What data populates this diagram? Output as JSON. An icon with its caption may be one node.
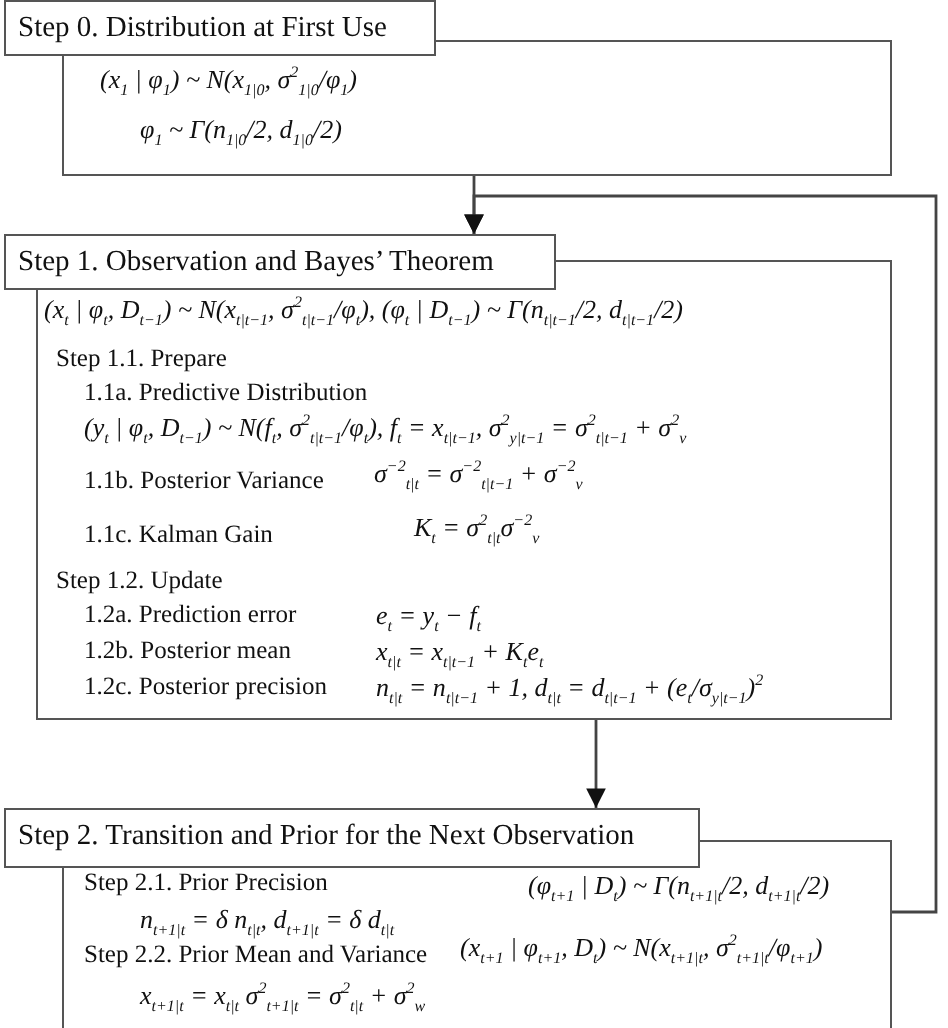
{
  "diagram": {
    "nodes": [
      {
        "text": [
          "Step 0. Distribution at First Use",
          "(x$_{1}$ | φ$_{1}$) ~ N(x$_{1|0}$, σ$^{2}$$_{1|0}$/φ$_{1}$)",
          "φ$_{1}$   ~ Γ(n$_{1|0}$/2, d$_{1|0}$/2)"
        ]
      },
      {
        "text": [
          "Step 1. Observation and Bayes’ Theorem",
          "(x$_{t}$ | φ$_{t}$, D$_{t−1}$) ~ N(x$_{t|t−1}$, σ$^{2}$$_{t|t−1}$/φ$_{t}$), (φ$_{t}$ | D$_{t−1}$) ~ Γ(n$_{t|t−1}$/2, d$_{t|t−1}$/2)",
          "Step 1.1. Prepare",
          "1.1a. Predictive Distribution",
          "(y$_{t}$ | φ$_{t}$, D$_{t−1}$) ~ N(f$_{t}$, σ$^{2}$$_{t|t−1}$/φ$_{t}$), f$_{t}$ = x$_{t|t−1}$, σ$^{2}$$_{y|t−1}$ = σ$^{2}$$_{t|t−1}$ + σ$^{2}$$_{v}$",
          "1.1b. Posterior Variance",
          "σ$^{−2}$$_{t|t}$ = σ$^{−2}$$_{t|t−1}$ + σ$^{−2}$$_{v}$",
          "1.1c. Kalman Gain",
          "K$_{t}$ = σ$^{2}$$_{t|t}$σ$^{−2}$$_{v}$",
          "Step 1.2. Update",
          "1.2a. Prediction error",
          "e$_{t}$ = y$_{t}$ − f$_{t}$",
          "1.2b. Posterior mean",
          "x$_{t|t}$ = x$_{t|t−1}$ + K$_{t}$e$_{t}$",
          "1.2c. Posterior precision",
          "n$_{t|t}$ = n$_{t|t−1}$ + 1,   d$_{t|t}$ = d$_{t|t−1}$ + (e$_{t}$/σ$_{y|t−1}$)$^{2}$"
        ]
      },
      {
        "text": [
          "Step 2. Transition and Prior for the Next Observation",
          "Step 2.1. Prior Precision",
          "(φ$_{t+1}$ | D$_{t}$) ~ Γ(n$_{t+1|t}$/2, d$_{t+1|t}$/2)",
          "n$_{t+1|t}$ = δ n$_{t|t}$, d$_{t+1|t}$ = δ d$_{t|t}$",
          "Step 2.2. Prior Mean and Variance",
          "(x$_{t+1}$ | φ$_{t+1}$, D$_{t}$) ~ N(x$_{t+1|t}$, σ$^{2}$$_{t+1|t}$/φ$_{t+1}$)",
          "x$_{t+1|t}$ = x$_{t|t}$   σ$^{2}$$_{t+1|t}$ = σ$^{2}$$_{t|t}$ + σ$^{2}$$_{w}$"
        ]
      }
    ],
    "edges": [
      {
        "from": 0,
        "to": 1,
        "arrow": "to"
      },
      {
        "from": 1,
        "to": 2,
        "arrow": "to"
      },
      {
        "from": 2,
        "to": 1,
        "arrow": "to"
      }
    ]
  }
}
